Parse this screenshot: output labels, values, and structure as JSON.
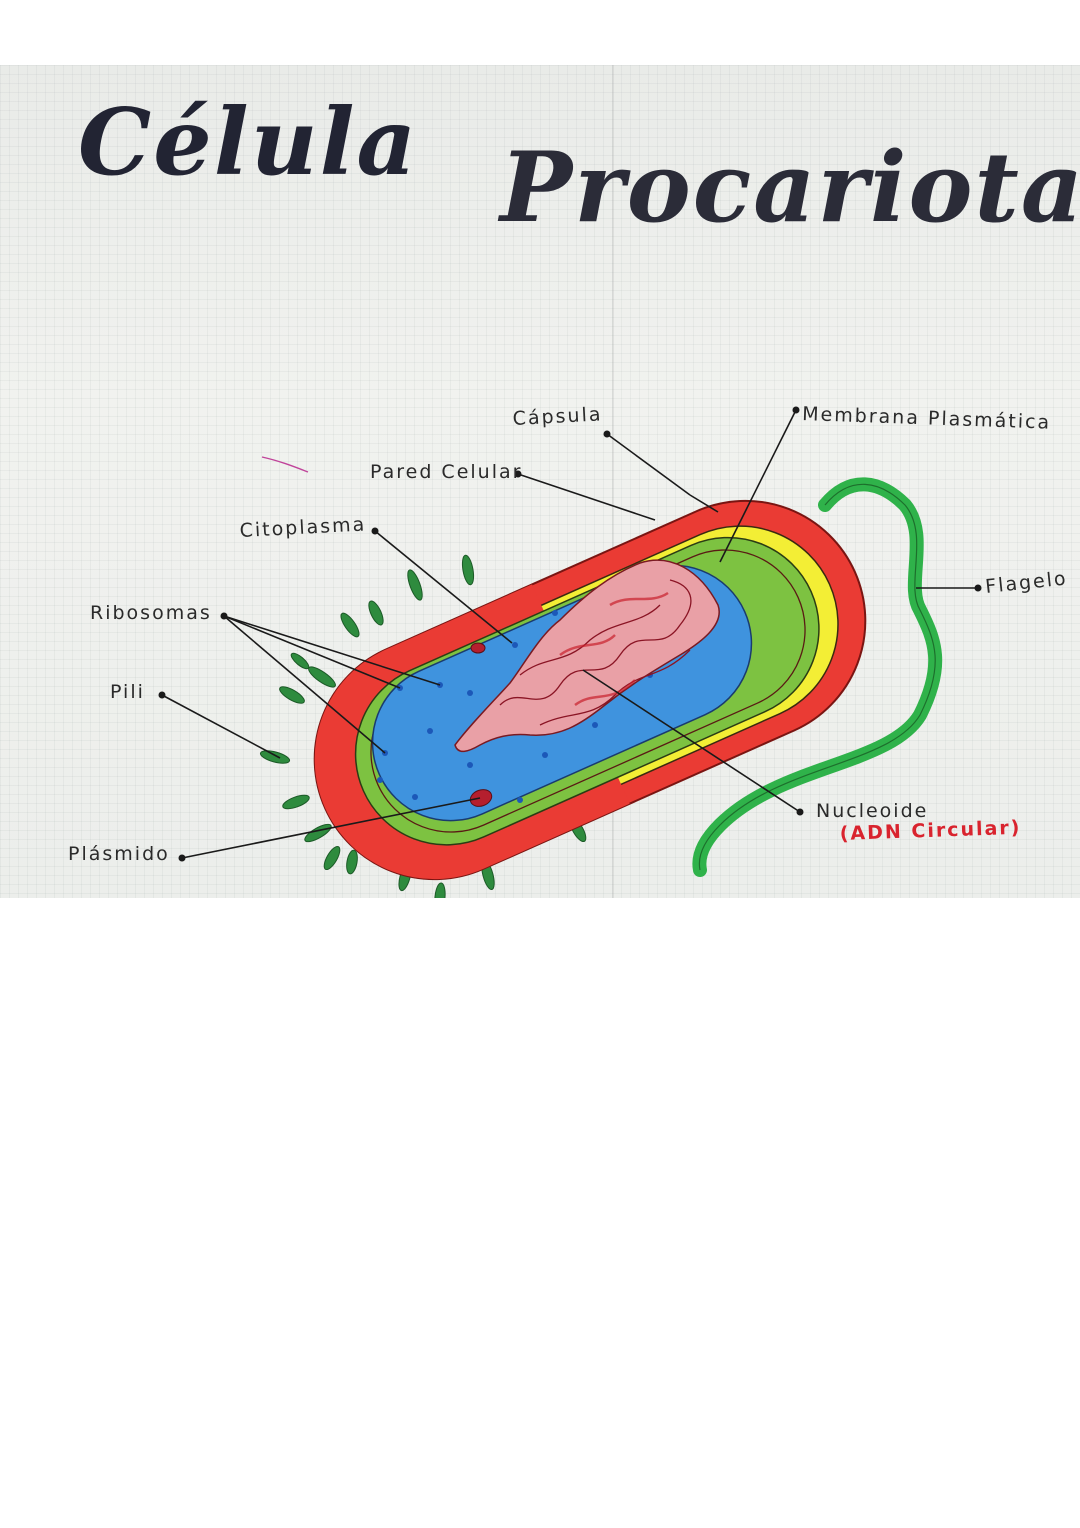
{
  "title": {
    "line1": "Célula",
    "line2": "Procariota"
  },
  "labels": {
    "capsula": "Cápsula",
    "membrana": "Membrana Plasmática",
    "pared": "Pared Celular",
    "citoplasma": "Citoplasma",
    "flagelo": "Flagelo",
    "ribosomas": "Ribosomas",
    "pili": "Pili",
    "nucleoide": "Nucleoide",
    "adn": "(ADN Circular)",
    "plasmido": "Plásmido"
  },
  "colors": {
    "capsule_red": "#ea3b34",
    "wall_yellow": "#f3ee35",
    "membrane_green": "#7dc241",
    "cytoplasm_blue": "#3f93de",
    "flagellum_green": "#2fb24a",
    "pili_green": "#2e8b3e",
    "nucleoid_pink": "#e9a0a6",
    "adn_red": "#d9232e"
  }
}
